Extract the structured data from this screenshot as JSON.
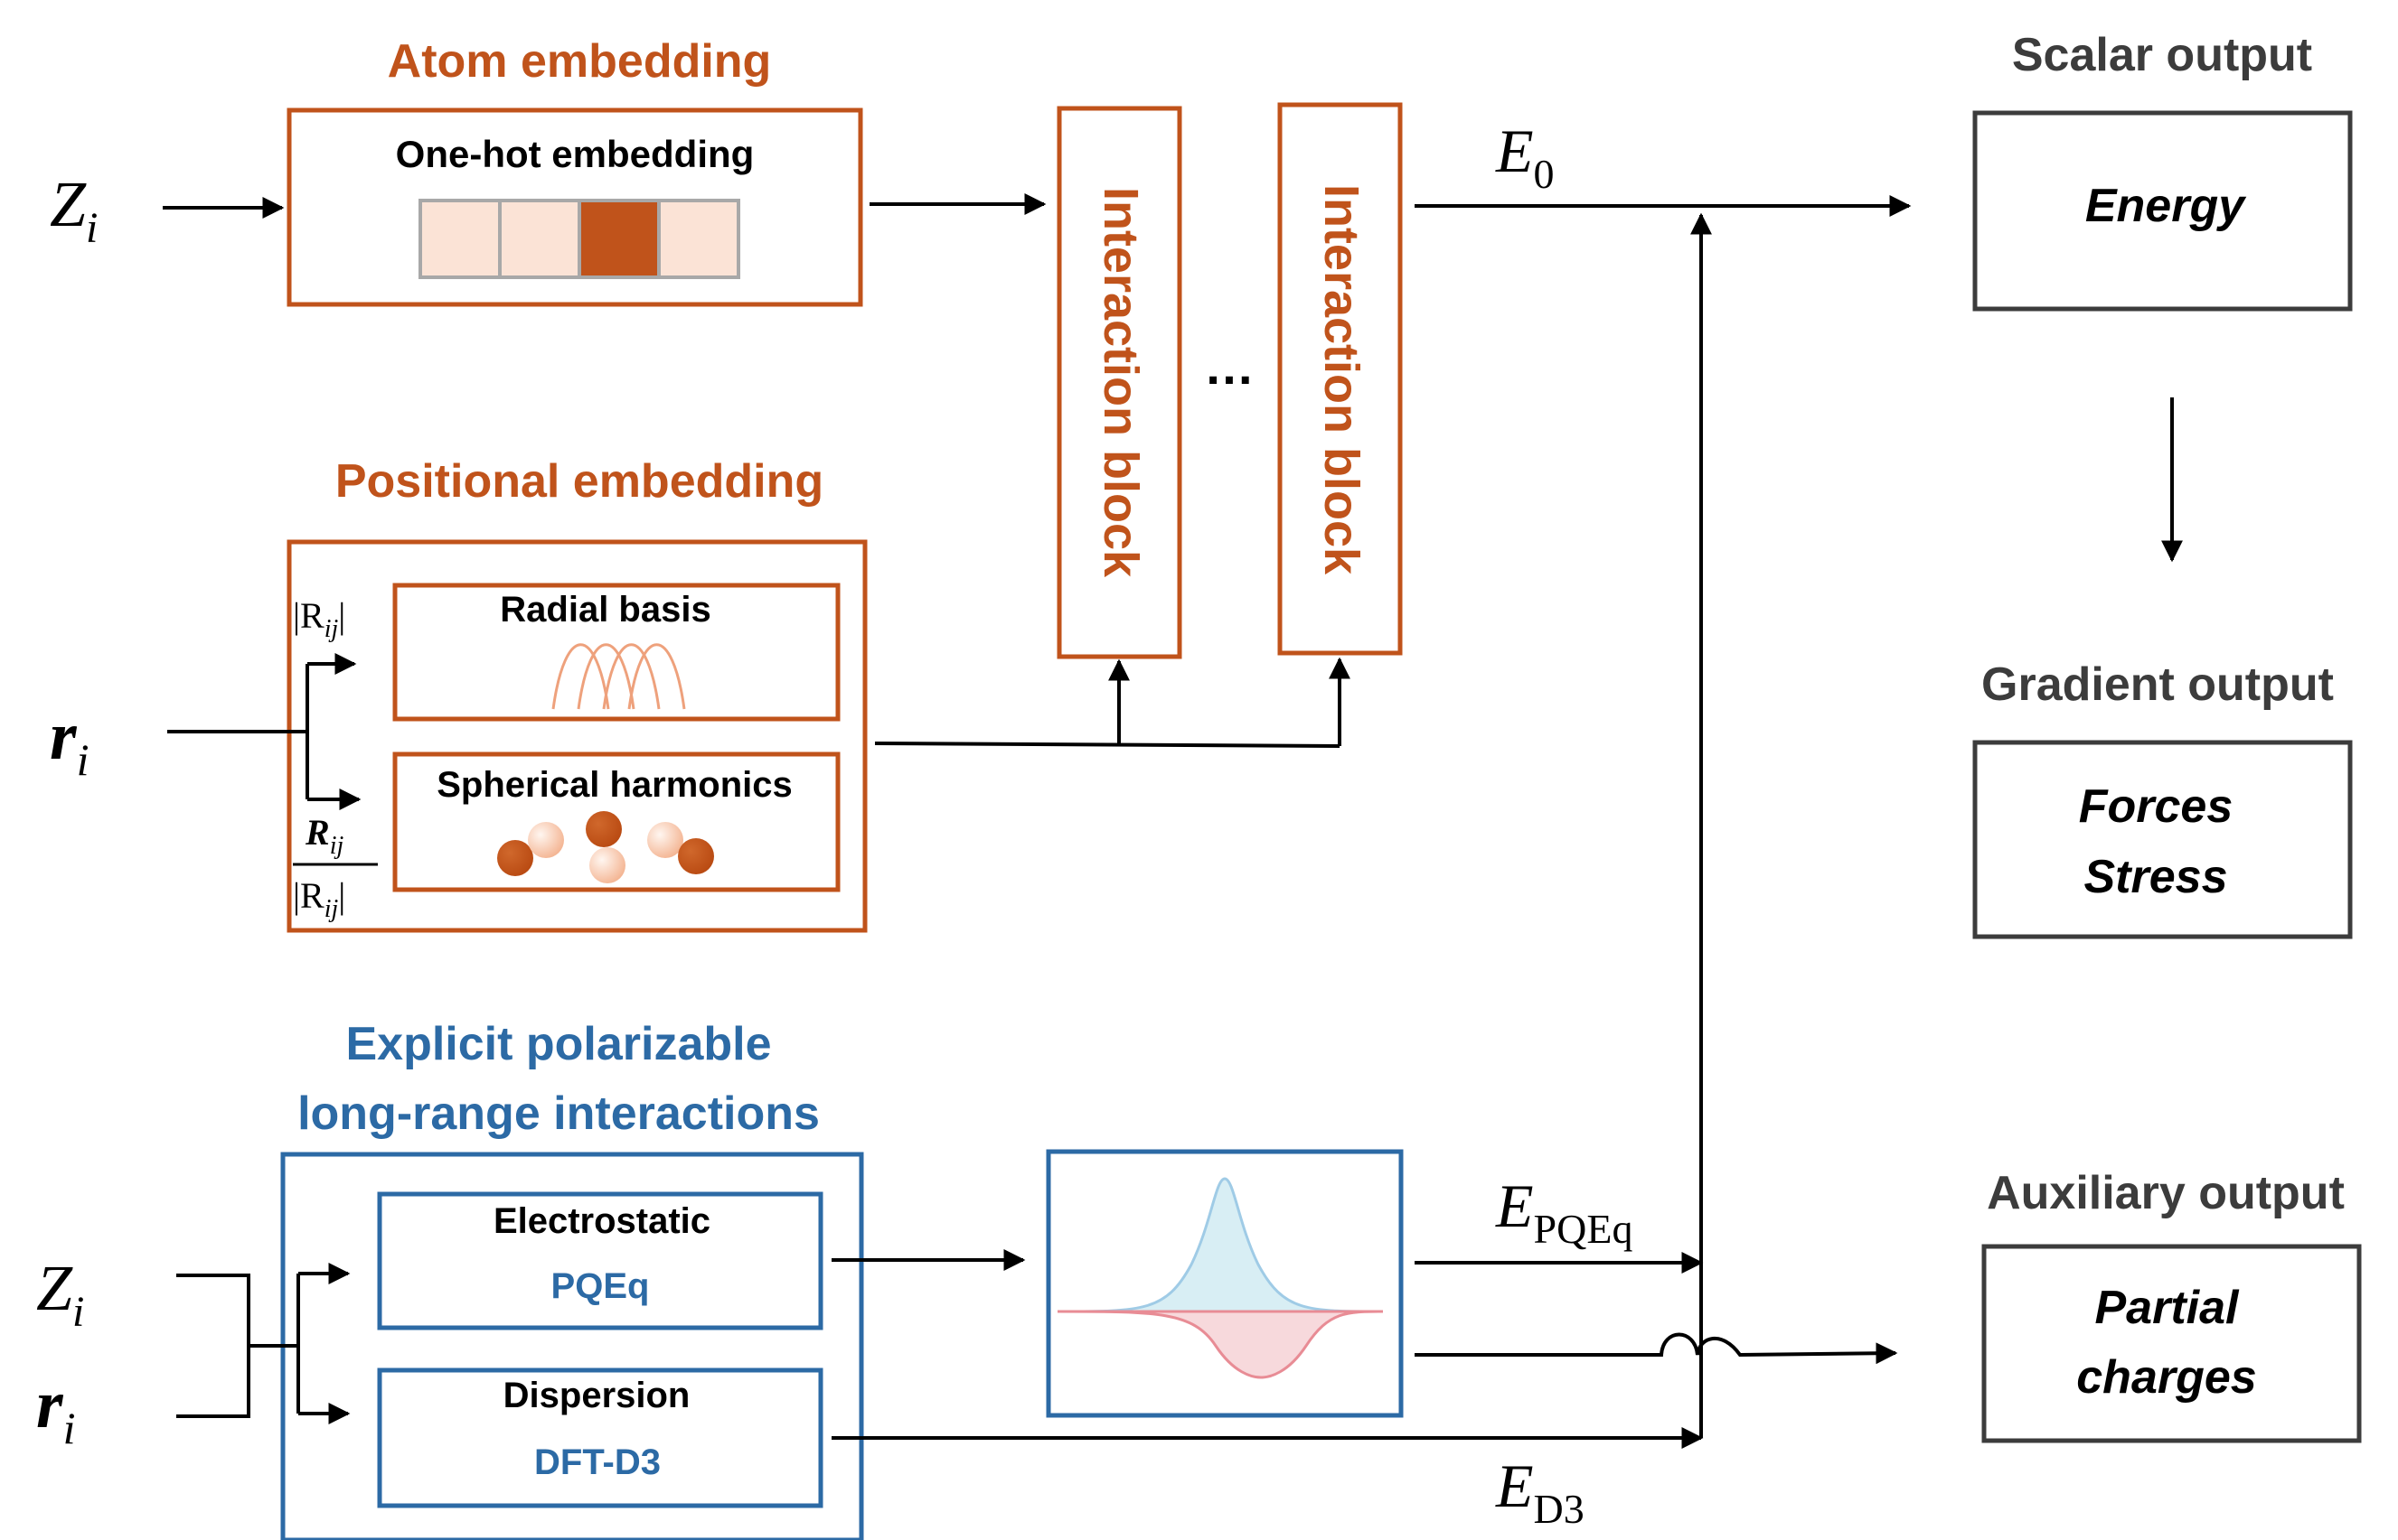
{
  "inputs": {
    "z_sym": "Z",
    "r_sym": "r",
    "sub_i": "i"
  },
  "embedding": {
    "atom_title": "Atom embedding",
    "one_hot_label": "One-hot embedding",
    "positional_title": "Positional embedding",
    "radial_label": "Radial basis",
    "spherical_label": "Spherical harmonics",
    "rij_abs": "|R",
    "rij_sub": "ij",
    "rij_close": "|",
    "rij_vec": "R"
  },
  "interaction": {
    "block_label": "Interaction block",
    "ellipsis": "…"
  },
  "long_range": {
    "title_line1": "Explicit polarizable",
    "title_line2": "long-range interactions",
    "electrostatic_label": "Electrostatic",
    "electrostatic_method": "PQEq",
    "dispersion_label": "Dispersion",
    "dispersion_method": "DFT-D3"
  },
  "energy_terms": {
    "e_sym": "E",
    "e0_sub": "0",
    "pqeq_sub": "PQEq",
    "d3_sub": "D3"
  },
  "outputs": {
    "scalar_title": "Scalar output",
    "scalar_value": "Energy",
    "gradient_title": "Gradient output",
    "gradient_line1": "Forces",
    "gradient_line2": "Stress",
    "auxiliary_title": "Auxiliary output",
    "auxiliary_line1": "Partial",
    "auxiliary_line2": "charges"
  },
  "colors": {
    "embedding_accent": "#c0531b",
    "embedding_light": "#fbe3d6",
    "long_range_accent": "#2c6aa5",
    "output_border": "#3c3c3c",
    "curve_positive": "#a9d4ea",
    "curve_negative": "#e88c95"
  }
}
